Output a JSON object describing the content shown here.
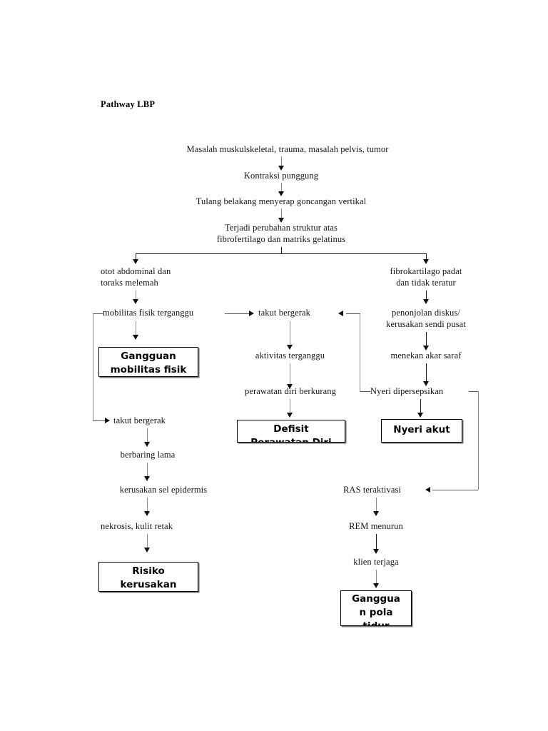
{
  "page": {
    "title": "Pathway LBP"
  },
  "nodes": {
    "n1": "Masalah muskulskeletal, trauma, masalah pelvis, tumor",
    "n2": "Kontraksi punggung",
    "n3": "Tulang belakang menyerap goncangan vertikal",
    "n4a": "Terjadi perubahan struktur atas",
    "n4b": "fibrofertilago dan matriks gelatinus",
    "n5a": "otot abdominal dan",
    "n5b": "toraks melemah",
    "n6a": "fibrokartilago padat",
    "n6b": "dan tidak teratur",
    "n7": "mobilitas fisik terganggu",
    "n8": "takut bergerak",
    "n9a": "penonjolan diskus/",
    "n9b": "kerusakan sendi pusat",
    "n10": "aktivitas terganggu",
    "n11": "menekan akar saraf",
    "n12": "perawatan diri berkurang",
    "n13": "Nyeri dipersepsikan",
    "n14": "takut bergerak",
    "n15": "berbaring lama",
    "n16": "kerusakan sel epidermis",
    "n17": "nekrosis, kulit retak",
    "n18": "RAS teraktivasi",
    "n19": "REM menurun",
    "n20": "klien terjaga"
  },
  "boxes": {
    "b1": {
      "line1": "Gangguan",
      "line2": "mobilitas fisik",
      "line3": ""
    },
    "b2": {
      "line1": "Defisit",
      "line2": "Perawatan Diri",
      "line3": ""
    },
    "b3": {
      "line1": "Nyeri akut",
      "line2": "",
      "line3": ""
    },
    "b4": {
      "line1": "Risiko",
      "line2": "kerusakan",
      "line3": ""
    },
    "b5": {
      "line1": "Ganggua",
      "line2": "n pola",
      "line3": "tidur"
    }
  },
  "colors": {
    "ink": "#151515",
    "connector": "#8c8c8c",
    "connector_dark": "#1a1a1a",
    "box_border": "#000000",
    "background": "#ffffff"
  }
}
